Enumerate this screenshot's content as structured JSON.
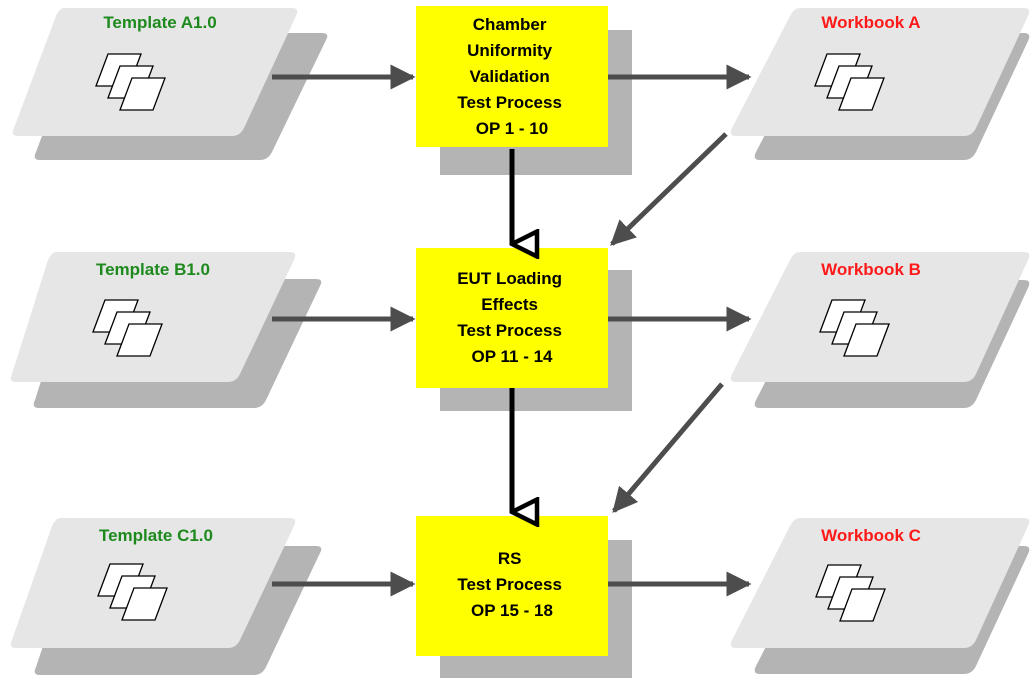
{
  "colors": {
    "template_label": "#1e8a1e",
    "workbook_label": "#ff1a1a",
    "process_fill": "#ffff00",
    "shadow": "#b4b4b4",
    "card": "#e6e6e6",
    "arrow": "#4d4d4d",
    "flow_arrow": "#000000"
  },
  "templates": [
    {
      "label": "Template A1.0"
    },
    {
      "label": "Template B1.0"
    },
    {
      "label": "Template C1.0"
    }
  ],
  "workbooks": [
    {
      "label": "Workbook A"
    },
    {
      "label": "Workbook B"
    },
    {
      "label": "Workbook C"
    }
  ],
  "processes": [
    {
      "lines": [
        "Chamber",
        "Uniformity",
        "Validation",
        "Test Process",
        "OP 1 - 10"
      ]
    },
    {
      "lines": [
        "EUT Loading",
        "Effects",
        "Test Process",
        "OP 11 - 14"
      ]
    },
    {
      "lines": [
        "RS",
        "Test Process",
        "OP 15 - 18"
      ]
    }
  ],
  "icons": {
    "document_stack": "document-stack-icon"
  }
}
